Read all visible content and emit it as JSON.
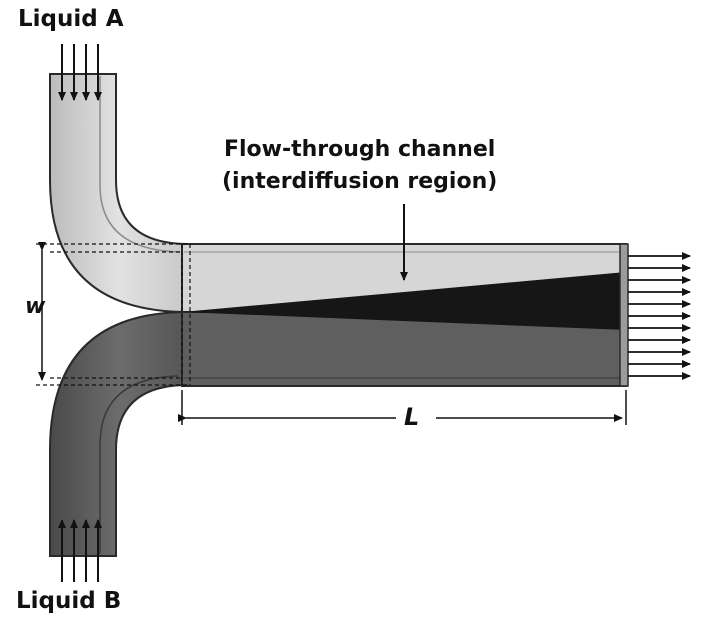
{
  "labels": {
    "liquid_a": "Liquid A",
    "liquid_b": "Liquid B",
    "channel_line1": "Flow-through channel",
    "channel_line2": "(interdiffusion region)",
    "width_symbol": "w",
    "length_symbol": "L"
  },
  "colors": {
    "liquid_a_fill": "#d4d4d4",
    "liquid_b_fill": "#5e5e5e",
    "mixing_region": "#1a1a1a",
    "outline": "#2a2a2a"
  }
}
